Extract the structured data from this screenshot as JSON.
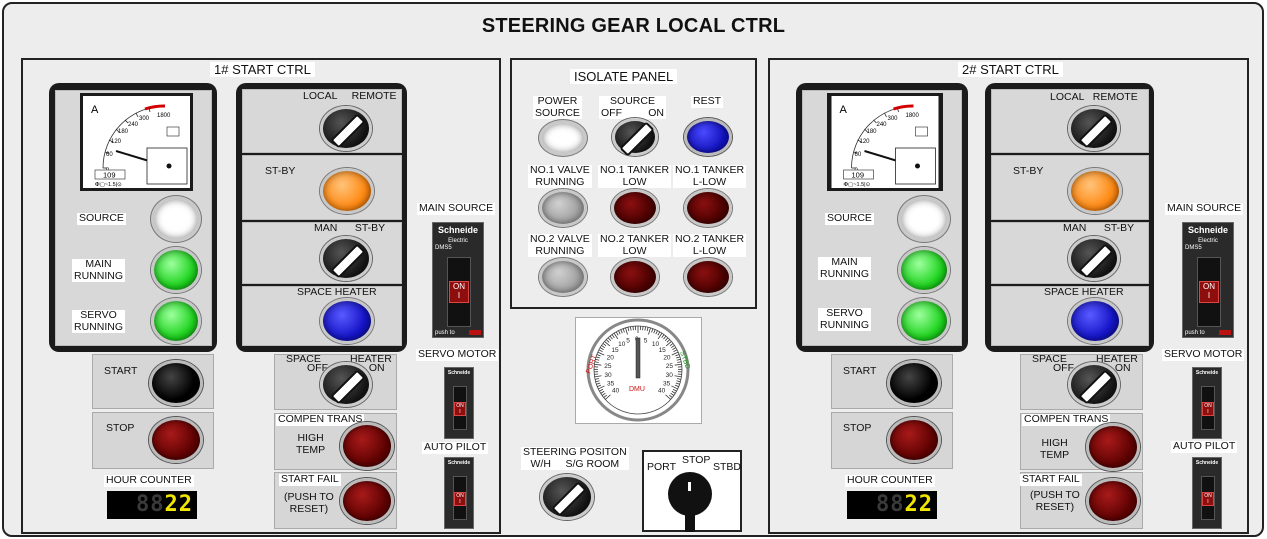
{
  "title": "STEERING GEAR LOCAL CTRL",
  "left": {
    "panel_title": "1# START CTRL",
    "ammeter": {
      "unit": "A",
      "scale": [
        "0",
        "60",
        "120",
        "180",
        "240",
        "300",
        "1800"
      ],
      "reading": "109",
      "footer": "✠▢~1.5|⊙"
    },
    "source_label": "SOURCE",
    "main_running": "MAIN\nRUNNING",
    "servo_running": "SERVO\nRUNNING",
    "local_remote": "LOCAL     REMOTE",
    "stby": "ST-BY",
    "man_stby": "MAN      ST-BY",
    "space_heater": "SPACE  HEATER",
    "start": "START",
    "stop": "STOP",
    "heater_sw_top": "SPACE          HEATER",
    "heater_sw_bot": "OFF              ON",
    "compen_trans": "COMPEN TRANS",
    "high_temp": "HIGH\nTEMP",
    "start_fail": "START FAIL",
    "push_reset": "(PUSH TO\nRESET)",
    "hour_counter": "HOUR COUNTER",
    "hours_dim": "88",
    "hours": "22",
    "main_source": "MAIN SOURCE",
    "servo_motor": "SERVO MOTOR",
    "auto_pilot": "AUTO PILOT"
  },
  "right": {
    "panel_title": "2# START CTRL",
    "ammeter": {
      "unit": "A",
      "scale": [
        "0",
        "60",
        "120",
        "180",
        "240",
        "300",
        "1800"
      ],
      "reading": "109",
      "footer": "✠▢~1.5|⊙"
    },
    "source_label": "SOURCE",
    "main_running": "MAIN\nRUNNING",
    "servo_running": "SERVO\nRUNNING",
    "local_remote": "LOCAL   REMOTE",
    "stby": "ST-BY",
    "man_stby": "MAN      ST-BY",
    "space_heater": "SPACE  HEATER",
    "start": "START",
    "stop": "STOP",
    "heater_sw_top": "SPACE          HEATER",
    "heater_sw_bot": "OFF              ON",
    "compen_trans": "COMPEN TRANS",
    "high_temp": "HIGH\nTEMP",
    "start_fail": "START FAIL",
    "push_reset": "(PUSH TO\nRESET)",
    "hour_counter": "HOUR COUNTER",
    "hours_dim": "88",
    "hours": "22",
    "main_source": "MAIN SOURCE",
    "servo_motor": "SERVO MOTOR",
    "auto_pilot": "AUTO PILOT"
  },
  "breaker": {
    "brand": "Schneide",
    "sub": "Electric",
    "model": "DMS5",
    "on": "ON\nI",
    "push": "push to"
  },
  "isolate": {
    "title": "ISOLATE    PANEL",
    "power_source": "POWER\nSOURCE",
    "source_off_on": "SOURCE\nOFF         ON",
    "rest": "REST",
    "no1_valve": "NO.1 VALVE\nRUNNING",
    "no1_tanker_low": "NO.1 TANKER\nLOW",
    "no1_tanker_llow": "NO.1 TANKER\nL-LOW",
    "no2_valve": "NO.2 VALVE\nRUNNING",
    "no2_tanker_low": "NO.2 TANKER\nLOW",
    "no2_tanker_llow": "NO.2 TANKER\nL-LOW"
  },
  "rudder": {
    "port": "PORT",
    "stbd": "STBD",
    "unit": "DMU",
    "ticks": [
      "0",
      "5",
      "10",
      "15",
      "20",
      "25",
      "30",
      "35",
      "40"
    ],
    "angle_deg": 0
  },
  "steering_position": {
    "label": "STEERING POSITON\nW/H     S/G ROOM"
  },
  "port_stop_stbd": {
    "port": "PORT",
    "stop": "STOP",
    "stbd": "STBD"
  },
  "colors": {
    "green": "#2ee62e",
    "orange": "#ff8a14",
    "blue": "#1414c8",
    "darkred": "#6a0000",
    "gray": "#a8a8a8",
    "white": "#ffffff",
    "seg_on": "#f2e500"
  }
}
